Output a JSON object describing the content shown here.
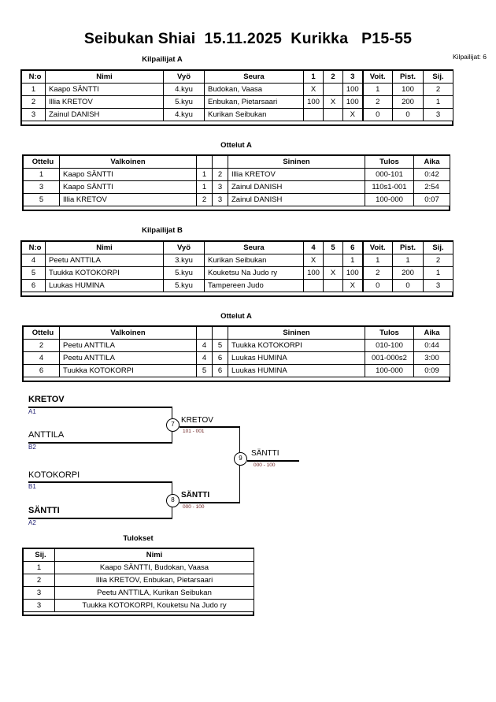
{
  "header": {
    "title": "Seibukan Shiai  15.11.2025  Kurikka   P15-55",
    "entrants": "Kilpailijat: 6"
  },
  "pools": [
    {
      "caption": "Kilpailijat A",
      "columns": [
        "N:o",
        "Nimi",
        "Vyö",
        "Seura",
        "1",
        "2",
        "3",
        "Voit.",
        "Pist.",
        "Sij."
      ],
      "rows": [
        {
          "no": "1",
          "name": "Kaapo SÄNTTI",
          "belt": "4.kyu",
          "club": "Budokan, Vaasa",
          "m": [
            "X",
            "",
            "100"
          ],
          "wins": "1",
          "points": "100",
          "rank": "2"
        },
        {
          "no": "2",
          "name": "Illia KRETOV",
          "belt": "5.kyu",
          "club": "Enbukan, Pietarsaari",
          "m": [
            "100",
            "X",
            "100"
          ],
          "wins": "2",
          "points": "200",
          "rank": "1"
        },
        {
          "no": "3",
          "name": "Zainul DANISH",
          "belt": "4.kyu",
          "club": "Kurikan Seibukan",
          "m": [
            "",
            "",
            "X"
          ],
          "wins": "0",
          "points": "0",
          "rank": "3"
        }
      ]
    },
    {
      "caption": "Kilpailijat B",
      "columns": [
        "N:o",
        "Nimi",
        "Vyö",
        "Seura",
        "4",
        "5",
        "6",
        "Voit.",
        "Pist.",
        "Sij."
      ],
      "rows": [
        {
          "no": "4",
          "name": "Peetu ANTTILA",
          "belt": "3.kyu",
          "club": "Kurikan Seibukan",
          "m": [
            "X",
            "",
            "1"
          ],
          "wins": "1",
          "points": "1",
          "rank": "2"
        },
        {
          "no": "5",
          "name": "Tuukka KOTOKORPI",
          "belt": "5.kyu",
          "club": "Kouketsu Na Judo ry",
          "m": [
            "100",
            "X",
            "100"
          ],
          "wins": "2",
          "points": "200",
          "rank": "1"
        },
        {
          "no": "6",
          "name": "Luukas HUMINA",
          "belt": "5.kyu",
          "club": "Tampereen Judo",
          "m": [
            "",
            "",
            "X"
          ],
          "wins": "0",
          "points": "0",
          "rank": "3"
        }
      ]
    }
  ],
  "matchtables": [
    {
      "caption": "Ottelut A",
      "columns": [
        "Ottelu",
        "Valkoinen",
        "",
        "",
        "Sininen",
        "Tulos",
        "Aika"
      ],
      "rows": [
        {
          "no": "1",
          "white": "Kaapo SÄNTTI",
          "white_bold": false,
          "wn": "1",
          "bn": "2",
          "blue": "Illia KRETOV",
          "blue_bold": true,
          "result": "000-101",
          "time": "0:42"
        },
        {
          "no": "3",
          "white": "Kaapo SÄNTTI",
          "white_bold": true,
          "wn": "1",
          "bn": "3",
          "blue": "Zainul DANISH",
          "blue_bold": false,
          "result": "110s1-001",
          "time": "2:54"
        },
        {
          "no": "5",
          "white": "Illia KRETOV",
          "white_bold": true,
          "wn": "2",
          "bn": "3",
          "blue": "Zainul DANISH",
          "blue_bold": false,
          "result": "100-000",
          "time": "0:07"
        }
      ]
    },
    {
      "caption": "Ottelut A",
      "columns": [
        "Ottelu",
        "Valkoinen",
        "",
        "",
        "Sininen",
        "Tulos",
        "Aika"
      ],
      "rows": [
        {
          "no": "2",
          "white": "Peetu ANTTILA",
          "white_bold": false,
          "wn": "4",
          "bn": "5",
          "blue": "Tuukka KOTOKORPI",
          "blue_bold": true,
          "result": "010-100",
          "time": "0:44"
        },
        {
          "no": "4",
          "white": "Peetu ANTTILA",
          "white_bold": true,
          "wn": "4",
          "bn": "6",
          "blue": "Luukas HUMINA",
          "blue_bold": false,
          "result": "001-000s2",
          "time": "3:00"
        },
        {
          "no": "6",
          "white": "Tuukka KOTOKORPI",
          "white_bold": true,
          "wn": "5",
          "bn": "6",
          "blue": "Luukas HUMINA",
          "blue_bold": false,
          "result": "100-000",
          "time": "0:09"
        }
      ]
    }
  ],
  "bracket": {
    "entries": [
      {
        "name": "KRETOV",
        "seed": "A1",
        "bold": true
      },
      {
        "name": "ANTTILA",
        "seed": "B2",
        "bold": false
      },
      {
        "name": "KOTOKORPI",
        "seed": "B1",
        "bold": false
      },
      {
        "name": "SÄNTTI",
        "seed": "A2",
        "bold": true
      }
    ],
    "nodes": [
      {
        "num": "7",
        "winner": "KRETOV",
        "score": "101 - 001",
        "bold": false
      },
      {
        "num": "8",
        "winner": "SÄNTTI",
        "score": "000 - 100",
        "bold": true
      },
      {
        "num": "9",
        "winner": "SÄNTTI",
        "score": "000 - 100",
        "bold": false
      }
    ]
  },
  "results": {
    "caption": "Tulokset",
    "columns": [
      "Sij.",
      "Nimi"
    ],
    "rows": [
      {
        "rank": "1",
        "name": "Kaapo SÄNTTI, Budokan, Vaasa"
      },
      {
        "rank": "2",
        "name": "Illia KRETOV, Enbukan, Pietarsaari"
      },
      {
        "rank": "3",
        "name": "Peetu ANTTILA, Kurikan Seibukan"
      },
      {
        "rank": "3",
        "name": "Tuukka KOTOKORPI, Kouketsu Na Judo ry"
      }
    ]
  }
}
